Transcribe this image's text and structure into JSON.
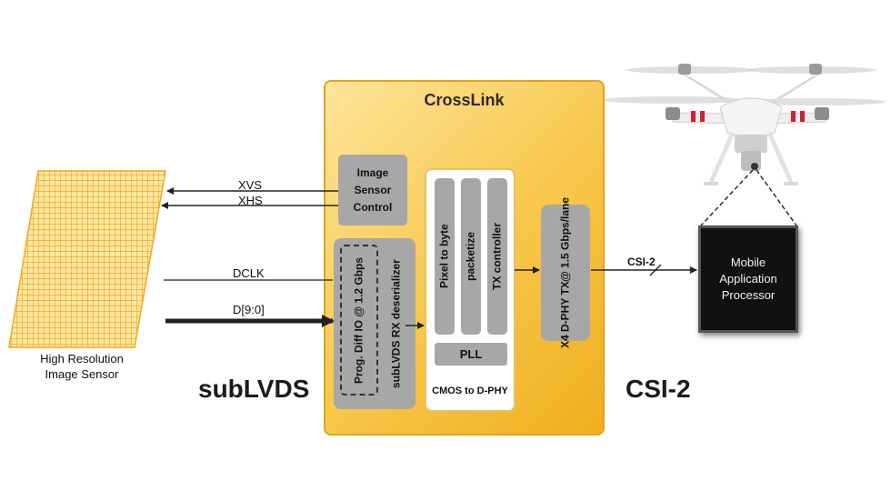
{
  "crosslink": {
    "title": "CrossLink"
  },
  "blocks": {
    "isc": [
      "Image",
      "Sensor",
      "Control"
    ],
    "rx_inner": "Prog. Diff IO @ 1.2 Gbps",
    "rx_outer": "subLVDS RX deserializer",
    "pixel_to_byte": "Pixel to byte",
    "packetize": "packetize",
    "tx_controller": "TX controller",
    "pll": "PLL",
    "cmos_to_dphy": "CMOS to D-PHY",
    "dphy_tx_line1": "X4 D-PHY TX",
    "dphy_tx_line2": "@ 1.5 Gbps/lane"
  },
  "signals": {
    "xvs": "XVS",
    "xhs": "XHS",
    "dclk": "DCLK",
    "data": "D[9:0]",
    "csi2": "CSI-2"
  },
  "sensor": {
    "line1": "High Resolution",
    "line2": "Image Sensor"
  },
  "processor": {
    "line1": "Mobile",
    "line2": "Application",
    "line3": "Processor"
  },
  "captions": {
    "left": "subLVDS",
    "right": "CSI-2"
  },
  "colors": {
    "sensor_grid": "#f5b52a",
    "crosslink_fill": "#f8c648",
    "block_grey": "#a7a7a7"
  }
}
